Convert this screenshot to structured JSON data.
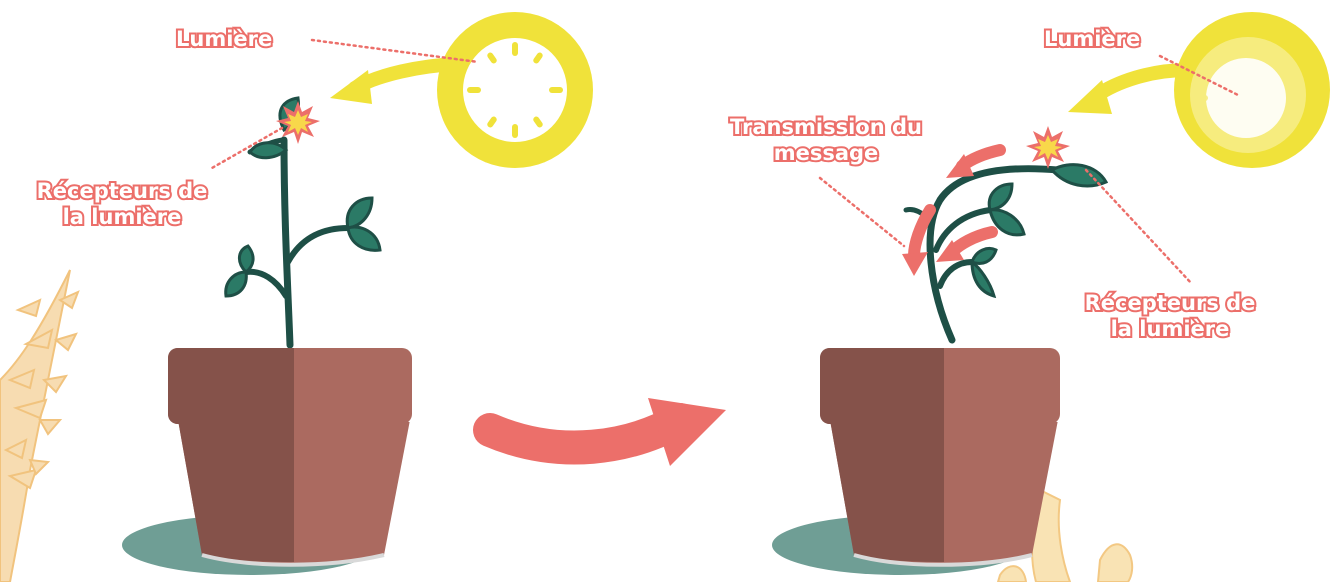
{
  "labels": {
    "left_light": "Lumière",
    "left_receptors_line1": "Récepteurs de",
    "left_receptors_line2": "la lumière",
    "right_light": "Lumière",
    "right_transmission_line1": "Transmission du",
    "right_transmission_line2": "message",
    "right_receptors_line1": "Récepteurs de",
    "right_receptors_line2": "la lumière"
  },
  "colors": {
    "label_outline": "#ec6f6a",
    "sun": "#f0e23a",
    "sun_faded": "#f6ec7e",
    "stem": "#1e4f46",
    "leaf": "#2b7a66",
    "pot_dark": "#85524a",
    "pot_light": "#ab6a60",
    "saucer": "#6f9e95",
    "arrow": "#ec6f6a",
    "background_plant": "#f2c27a"
  },
  "icons": [
    "sun-icon",
    "plant-icon",
    "pot-icon",
    "burst-icon",
    "arrow-icon"
  ]
}
